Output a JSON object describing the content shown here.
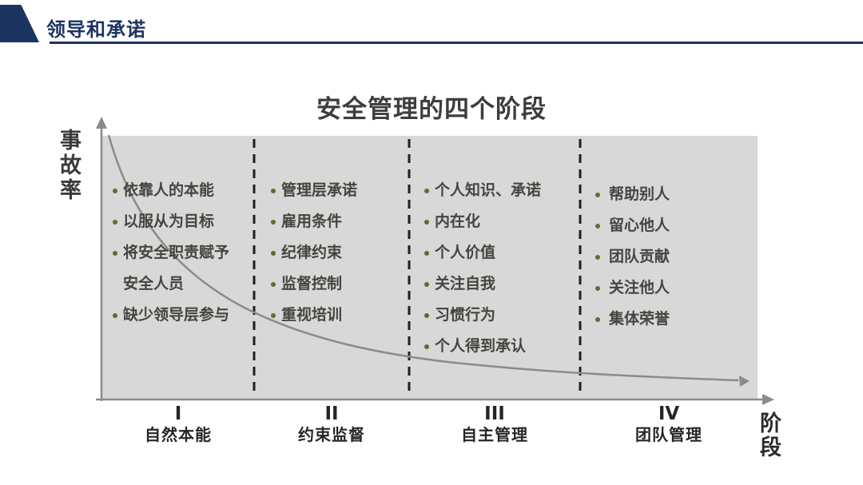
{
  "header": {
    "title": "领导和承诺"
  },
  "chart": {
    "title": "安全管理的四个阶段",
    "y_axis_label": "事故率",
    "x_axis_label": "阶段",
    "trend": "事故率曲线随四个阶段递减并趋于平缓",
    "stages": [
      {
        "numeral": "I",
        "name": "自然本能",
        "items": [
          "依靠人的本能",
          "以服从为目标",
          "将安全职责赋予",
          "安全人员",
          "缺少领导层参与"
        ]
      },
      {
        "numeral": "II",
        "name": "约束监督",
        "items": [
          "管理层承诺",
          "雇用条件",
          "纪律约束",
          "监督控制",
          "重视培训"
        ]
      },
      {
        "numeral": "III",
        "name": "自主管理",
        "items": [
          "个人知识、承诺",
          "内在化",
          "个人价值",
          "关注自我",
          "习惯行为",
          "个人得到承认"
        ]
      },
      {
        "numeral": "IV",
        "name": "团队管理",
        "items": [
          "帮助别人",
          "留心他人",
          "团队贡献",
          "关注他人",
          "集体荣誉"
        ]
      }
    ]
  },
  "colors": {
    "accent_navy": "#1d3460",
    "plot_background": "#d8d8d8",
    "axis_and_curve": "#8b8b8b",
    "divider_dash": "#1f1f1f",
    "body_text": "#45443e",
    "bullet_dot": "#6a6733",
    "title_text": "#3d3d3d"
  }
}
